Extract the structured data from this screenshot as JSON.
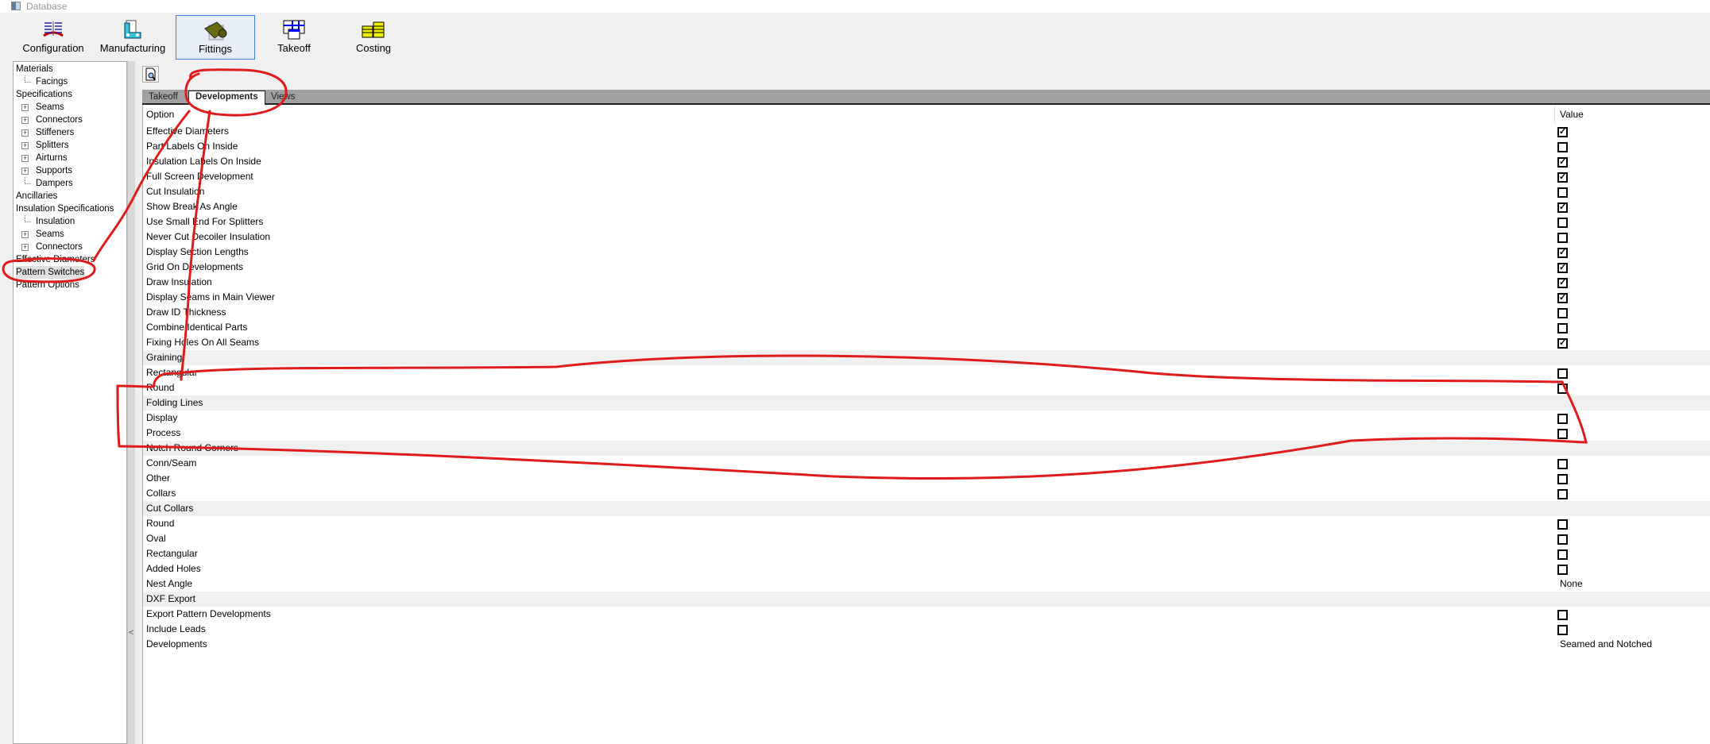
{
  "window": {
    "title": "Database"
  },
  "toolbar": [
    {
      "label": "Configuration",
      "icon": "configuration-icon",
      "selected": false
    },
    {
      "label": "Manufacturing",
      "icon": "manufacturing-icon",
      "selected": false
    },
    {
      "label": "Fittings",
      "icon": "fittings-icon",
      "selected": true
    },
    {
      "label": "Takeoff",
      "icon": "takeoff-icon",
      "selected": false
    },
    {
      "label": "Costing",
      "icon": "costing-icon",
      "selected": false
    }
  ],
  "tree": [
    {
      "label": "Materials",
      "level": 0
    },
    {
      "label": "Facings",
      "level": 1,
      "leaf": true
    },
    {
      "label": "Specifications",
      "level": 0
    },
    {
      "label": "Seams",
      "level": 1,
      "expandable": true
    },
    {
      "label": "Connectors",
      "level": 1,
      "expandable": true
    },
    {
      "label": "Stiffeners",
      "level": 1,
      "expandable": true
    },
    {
      "label": "Splitters",
      "level": 1,
      "expandable": true
    },
    {
      "label": "Airturns",
      "level": 1,
      "expandable": true
    },
    {
      "label": "Supports",
      "level": 1,
      "expandable": true
    },
    {
      "label": "Dampers",
      "level": 1,
      "leaf": true
    },
    {
      "label": "Ancillaries",
      "level": 0
    },
    {
      "label": "Insulation Specifications",
      "level": 0
    },
    {
      "label": "Insulation",
      "level": 1,
      "leaf": true
    },
    {
      "label": "Seams",
      "level": 1,
      "expandable": true
    },
    {
      "label": "Connectors",
      "level": 1,
      "expandable": true
    },
    {
      "label": "Effective Diameters",
      "level": 0
    },
    {
      "label": "Pattern Switches",
      "level": 0,
      "selected": true
    },
    {
      "label": "Pattern Options",
      "level": 0
    }
  ],
  "splitter": {
    "collapse_label": "<"
  },
  "tabs": [
    {
      "label": "Takeoff"
    },
    {
      "label": "Developments",
      "active": true
    },
    {
      "label": "Views"
    }
  ],
  "grid": {
    "headers": {
      "option": "Option",
      "value": "Value"
    },
    "rows": [
      {
        "label": "Effective Diameters",
        "checked": true
      },
      {
        "label": "Part Labels On Inside",
        "checked": false
      },
      {
        "label": "Insulation Labels On Inside",
        "checked": true
      },
      {
        "label": "Full Screen Development",
        "checked": true
      },
      {
        "label": "Cut Insulation",
        "checked": false
      },
      {
        "label": "Show Break As Angle",
        "checked": true
      },
      {
        "label": "Use Small End For Splitters",
        "checked": false
      },
      {
        "label": "Never Cut Decoiler Insulation",
        "checked": false
      },
      {
        "label": "Display Section Lengths",
        "checked": true
      },
      {
        "label": "Grid On Developments",
        "checked": true
      },
      {
        "label": "Draw Insulation",
        "checked": true
      },
      {
        "label": "Display Seams in Main Viewer",
        "checked": true
      },
      {
        "label": "Draw ID Thickness",
        "checked": false
      },
      {
        "label": "Combine Identical Parts",
        "checked": false
      },
      {
        "label": "Fixing Holes On All Seams",
        "checked": true
      },
      {
        "label": "Graining",
        "group": true
      },
      {
        "label": "Rectangular",
        "checked": false
      },
      {
        "label": "Round",
        "checked": false
      },
      {
        "label": "Folding Lines",
        "group": true
      },
      {
        "label": "Display",
        "checked": false
      },
      {
        "label": "Process",
        "checked": false
      },
      {
        "label": "Notch Round Corners",
        "group": true
      },
      {
        "label": "Conn/Seam",
        "checked": false
      },
      {
        "label": "Other",
        "checked": false
      },
      {
        "label": "Collars",
        "checked": false
      },
      {
        "label": "Cut Collars",
        "group": true
      },
      {
        "label": "Round",
        "checked": false
      },
      {
        "label": "Oval",
        "checked": false
      },
      {
        "label": "Rectangular",
        "checked": false
      },
      {
        "label": "Added Holes",
        "checked": false
      },
      {
        "label": "Nest Angle",
        "value": "None"
      },
      {
        "label": "DXF Export",
        "group": true
      },
      {
        "label": "Export Pattern Developments",
        "checked": false
      },
      {
        "label": "Include Leads",
        "checked": false
      },
      {
        "label": "Developments",
        "value": "Seamed and Notched"
      }
    ]
  },
  "colors": {
    "annotation": "#e01b1b",
    "selection_border": "#3c7fdc",
    "tab_strip": "#a0a0a0"
  }
}
